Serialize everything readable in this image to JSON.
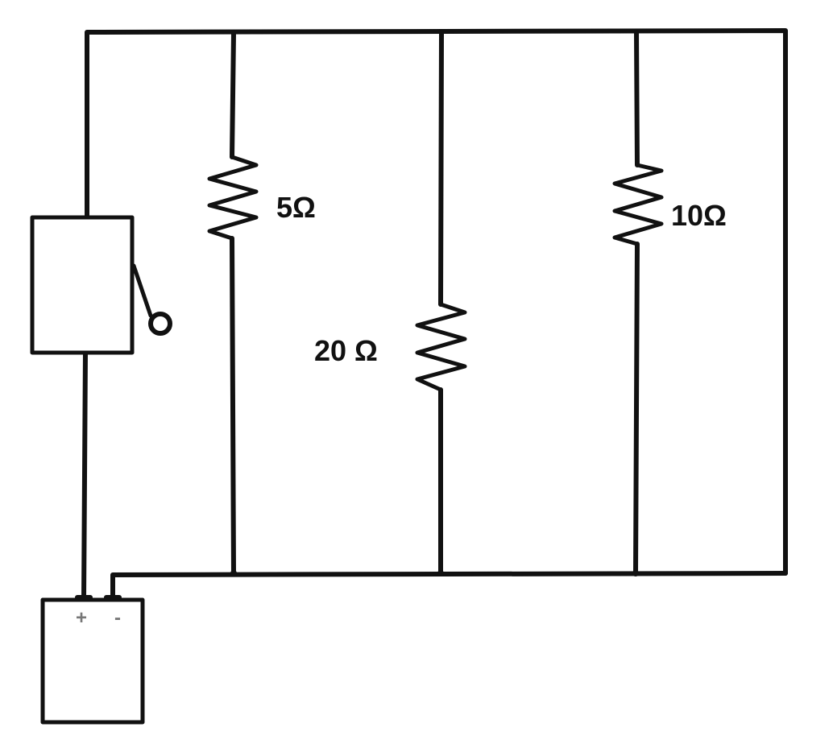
{
  "resistors": [
    {
      "id": "r1",
      "label": "5Ω"
    },
    {
      "id": "r2",
      "label": "20 Ω"
    },
    {
      "id": "r3",
      "label": "10Ω"
    }
  ],
  "battery": {
    "positive_label": "+",
    "negative_label": "-"
  },
  "components": {
    "switch_icon": "knife-switch-icon",
    "battery_icon": "battery-icon",
    "resistor_icon": "resistor-zigzag-icon"
  }
}
